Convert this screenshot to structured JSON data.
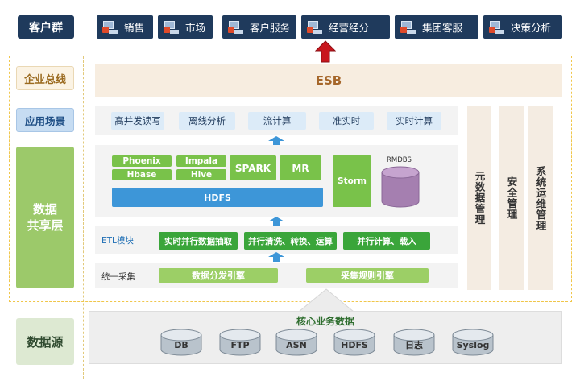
{
  "header": {
    "label": "客户群",
    "customers": [
      "销售",
      "市场",
      "客户服务",
      "经营经分",
      "集团客服",
      "决策分析"
    ]
  },
  "left": {
    "bus": "企业总线",
    "scenarios": "应用场景",
    "shared": "数据\n共享层",
    "sources": "数据源"
  },
  "esb": "ESB",
  "scenarios": [
    "高并发读写",
    "离线分析",
    "流计算",
    "准实时",
    "实时计算"
  ],
  "engines": {
    "phoenix": "Phoenix",
    "hbase": "Hbase",
    "impala": "Impala",
    "hive": "Hive",
    "spark": "SPARK",
    "mr": "MR",
    "storm": "Storm",
    "rmdbs": "RMDBS",
    "hdfs": "HDFS"
  },
  "etl": {
    "label": "ETL模块",
    "items": [
      "实时并行数据抽取",
      "并行清洗、转换、运算",
      "并行计算、载入"
    ]
  },
  "collect": {
    "label": "统一采集",
    "items": [
      "数据分发引擎",
      "采集规则引擎"
    ]
  },
  "side": [
    "元数据管理",
    "安全管理",
    "系统运维管理"
  ],
  "core": {
    "title": "核心业务数据",
    "items": [
      "DB",
      "FTP",
      "ASN",
      "HDFS",
      "日志",
      "Syslog"
    ]
  },
  "colors": {
    "navy": "#1f3a5c",
    "green": "#79c24a",
    "blue": "#3d96d8",
    "red_arrow": "#c8161d",
    "purple": "#a57fb0"
  }
}
